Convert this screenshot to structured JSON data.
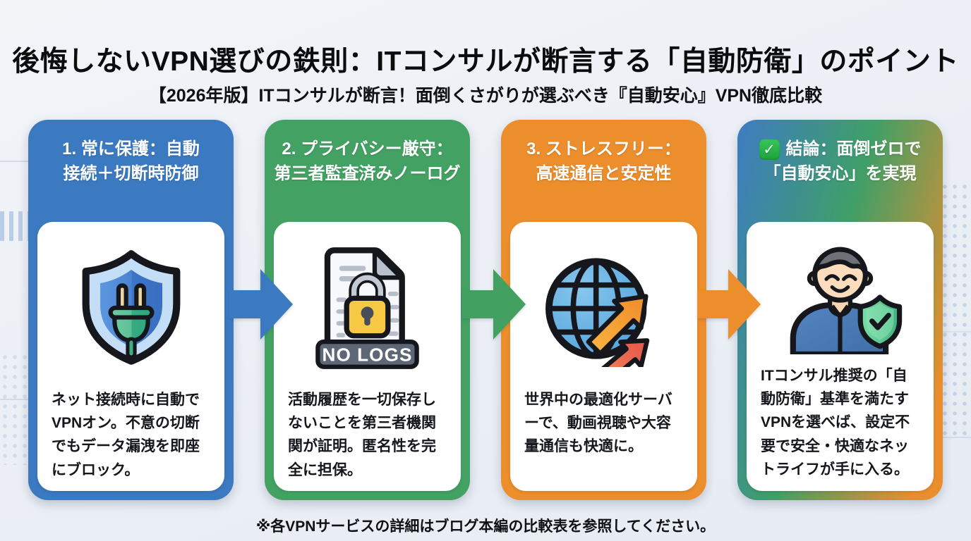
{
  "page": {
    "title": "後悔しないVPN選びの鉄則：ITコンサルが断言する「自動防衛」のポイント",
    "subtitle": "【2026年版】ITコンサルが断言！面倒くさがりが選ぶべき『自動安心』VPN徹底比較",
    "footnote": "※各VPNサービスの詳細はブログ本編の比較表を参照してください。"
  },
  "colors": {
    "card1_blue": "#3b7ac1",
    "card2_green": "#43a263",
    "card3_orange": "#ec8e2c",
    "check_emoji_green": "#2bbb4e",
    "background": "#edf0f5"
  },
  "cards": [
    {
      "accent": "blue",
      "icon": "shield-plug-icon",
      "header_line1": "1. 常に保護：自動",
      "header_line2": "接続＋切断時防御",
      "body": "ネット接続時に自動でVPNオン。不意の切断でもデータ漏洩を即座にブロック。"
    },
    {
      "accent": "green",
      "icon": "no-logs-document-icon",
      "header_line1": "2. プライバシー厳守：",
      "header_line2": "第三者監査済みノーログ",
      "badge": "NO LOGS",
      "body": "活動履歴を一切保存しないことを第三者機関関が証明。匿名性を完全に担保。"
    },
    {
      "accent": "orange",
      "icon": "globe-speed-icon",
      "header_line1": "3. ストレスフリー：",
      "header_line2": "高速通信と安定性",
      "body": "世界中の最適化サーバーで、動画視聴や大容量通信も快適に。"
    },
    {
      "accent": "gradient",
      "icon": "consultant-shield-icon",
      "check_glyph": "✓",
      "header_line1": "結論：面倒ゼロで",
      "header_line2": "「自動安心」を実現",
      "body": "ITコンサル推奨の「自動防衛」基準を満たすVPNを選べば、設定不要で安全・快適なネットライフが手に入る。"
    }
  ],
  "arrows": [
    "blue",
    "green",
    "orange"
  ]
}
